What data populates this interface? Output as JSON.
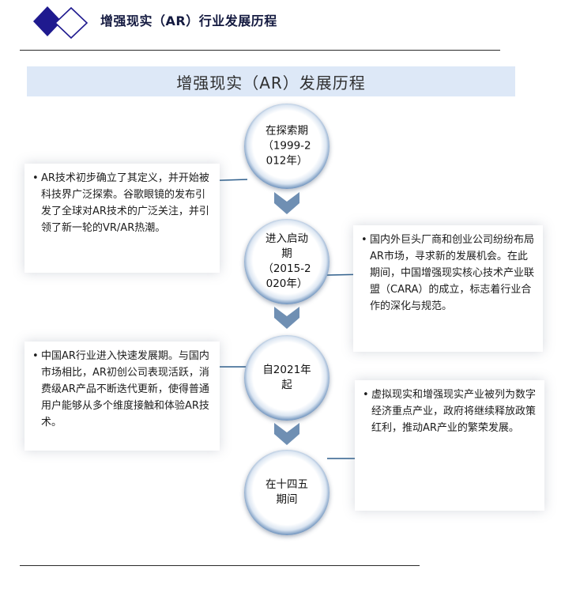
{
  "header": {
    "title": "增强现实（AR）行业发展历程",
    "logo_icon": "double-diamond-icon",
    "accent_color": "#1f1a8f"
  },
  "banner": {
    "title": "增强现实（AR）发展历程"
  },
  "timeline": [
    {
      "stage": "在探索期（1999-2012年）",
      "stage_lines": [
        "在探索期",
        "（1999-2",
        "012年）"
      ],
      "description": "AR技术初步确立了其定义，并开始被科技界广泛探索。谷歌眼镜的发布引发了全球对AR技术的广泛关注，并引领了新一轮的VR/AR热潮。"
    },
    {
      "stage": "进入启动期（2015-2020年）",
      "stage_lines": [
        "进入启动",
        "期",
        "（2015-2",
        "020年）"
      ],
      "description": "国内外巨头厂商和创业公司纷纷布局AR市场，寻求新的发展机会。在此期间，中国增强现实核心技术产业联盟（CARA）的成立，标志着行业合作的深化与规范。"
    },
    {
      "stage": "自2021年起",
      "stage_lines": [
        "自2021年",
        "起"
      ],
      "description": "中国AR行业进入快速发展期。与国内市场相比，AR初创公司表现活跃，消费级AR产品不断迭代更新，使得普通用户能够从多个维度接触和体验AR技术。"
    },
    {
      "stage": "在十四五期间",
      "stage_lines": [
        "在十四五",
        "期间"
      ],
      "description": "虚拟现实和增强现实产业被列为数字经济重点产业，政府将继续释放政策红利，推动AR产业的繁荣发展。"
    }
  ],
  "colors": {
    "node_ring": "#1d4c7d",
    "chevron": "#6f8fb3",
    "connector": "#2e5f8c",
    "banner_bg": "#dde8f7"
  }
}
